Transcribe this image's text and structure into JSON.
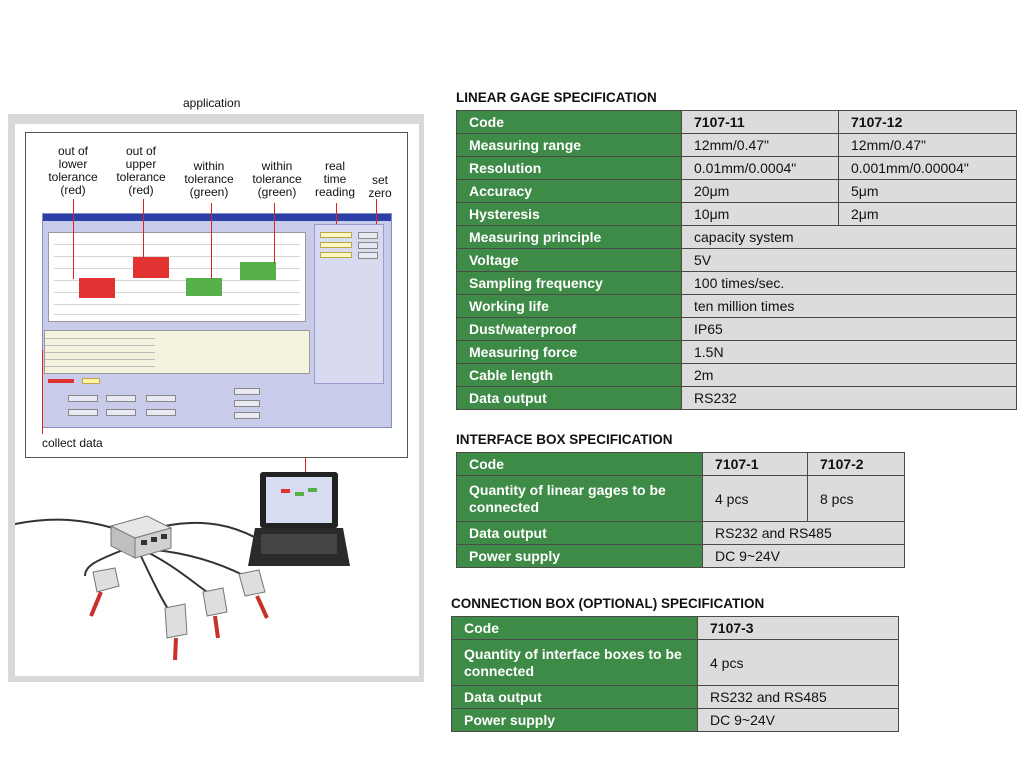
{
  "figure": {
    "caption": "application",
    "annotations": [
      "out of\nlower\ntolerance\n(red)",
      "out of\nupper\ntolerance\n(red)",
      "within\ntolerance\n(green)",
      "within\ntolerance\n(green)",
      "real\ntime\nreading",
      "set\nzero"
    ],
    "collect_label": "collect data",
    "colors": {
      "red": "#e23232",
      "green": "#55b04a",
      "window": "#c9cbea"
    }
  },
  "linear_gage": {
    "title": "LINEAR GAGE SPECIFICATION",
    "header": [
      "Code",
      "7107-11",
      "7107-12"
    ],
    "rows": [
      [
        "Measuring range",
        "12mm/0.47\"",
        "12mm/0.47\""
      ],
      [
        "Resolution",
        "0.01mm/0.0004\"",
        "0.001mm/0.00004\""
      ],
      [
        "Accuracy",
        "20μm",
        "5μm"
      ],
      [
        "Hysteresis",
        "10μm",
        "2μm"
      ],
      [
        "Measuring principle",
        "capacity system"
      ],
      [
        "Voltage",
        "5V"
      ],
      [
        "Sampling frequency",
        "100 times/sec."
      ],
      [
        "Working life",
        "ten million times"
      ],
      [
        "Dust/waterproof",
        "IP65"
      ],
      [
        "Measuring force",
        "1.5N"
      ],
      [
        "Cable length",
        "2m"
      ],
      [
        "Data output",
        "RS232"
      ]
    ]
  },
  "interface_box": {
    "title": "INTERFACE BOX SPECIFICATION",
    "header": [
      "Code",
      "7107-1",
      "7107-2"
    ],
    "rows": [
      [
        "Quantity of linear gages to be connected",
        "4 pcs",
        "8 pcs"
      ],
      [
        "Data output",
        "RS232 and RS485"
      ],
      [
        "Power supply",
        "DC 9~24V"
      ]
    ]
  },
  "connection_box": {
    "title": "CONNECTION BOX (OPTIONAL) SPECIFICATION",
    "header": [
      "Code",
      "7107-3"
    ],
    "rows": [
      [
        "Quantity of interface boxes to be connected",
        "4 pcs"
      ],
      [
        "Data output",
        "RS232 and RS485"
      ],
      [
        "Power supply",
        "DC 9~24V"
      ]
    ]
  },
  "theme": {
    "key_green": "#3e8a47",
    "value_gray": "#dcdcdc"
  }
}
